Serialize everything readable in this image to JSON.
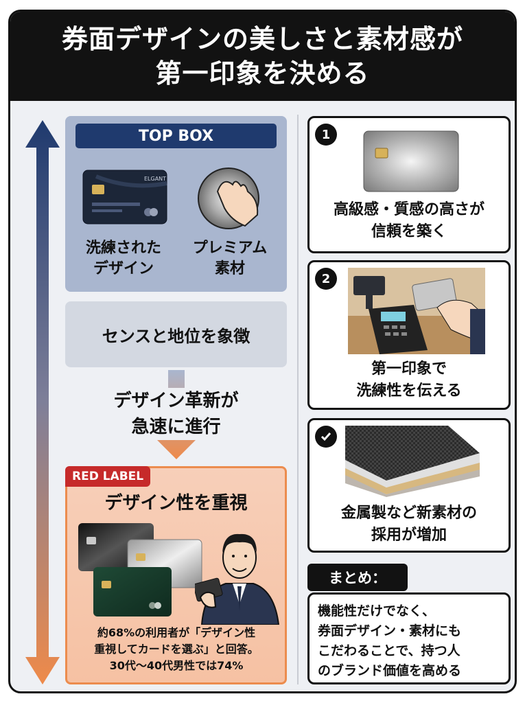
{
  "header": {
    "line1": "券面デザインの美しさと素材感が",
    "line2": "第一印象を決める"
  },
  "left": {
    "top_box": {
      "label": "TOP BOX",
      "card_brand": "ELGANT",
      "feature1_line1": "洗練された",
      "feature1_line2": "デザイン",
      "feature2_line1": "プレミアム",
      "feature2_line2": "素材"
    },
    "sense_text": "センスと地位を象徴",
    "arrow_text_line1": "デザイン革新が",
    "arrow_text_line2": "急速に進行",
    "red_box": {
      "tag": "RED LABEL",
      "heading": "デザイン性を重視",
      "stat_line1": "約68%の利用者が「デザイン性",
      "stat_line2": "重視してカードを選ぶ」と回答。",
      "stat_line3": "30代〜40代男性では74%"
    }
  },
  "right": {
    "card1": {
      "badge": "1",
      "line1": "高級感・質感の高さが",
      "line2": "信頼を築く"
    },
    "card2": {
      "badge": "2",
      "line1": "第一印象で",
      "line2": "洗練性を伝える"
    },
    "card3": {
      "badge_icon": "checkmark-icon",
      "line1": "金属製など新素材の",
      "line2": "採用が増加"
    },
    "summary_label": "まとめ：",
    "summary_lines": [
      "機能性だけでなく、",
      "券面デザイン・素材にも",
      "こだわることで、持つ人",
      "のブランド価値を高める"
    ]
  },
  "colors": {
    "header_bg": "#121212",
    "top_box_bg": "#a9b6cf",
    "top_label_bg": "#1f3a6e",
    "red_tag": "#c62a2a",
    "red_box_border": "#ec8c4e",
    "arrow_top": "#1f3a6e",
    "arrow_bottom": "#ee8a4a"
  }
}
